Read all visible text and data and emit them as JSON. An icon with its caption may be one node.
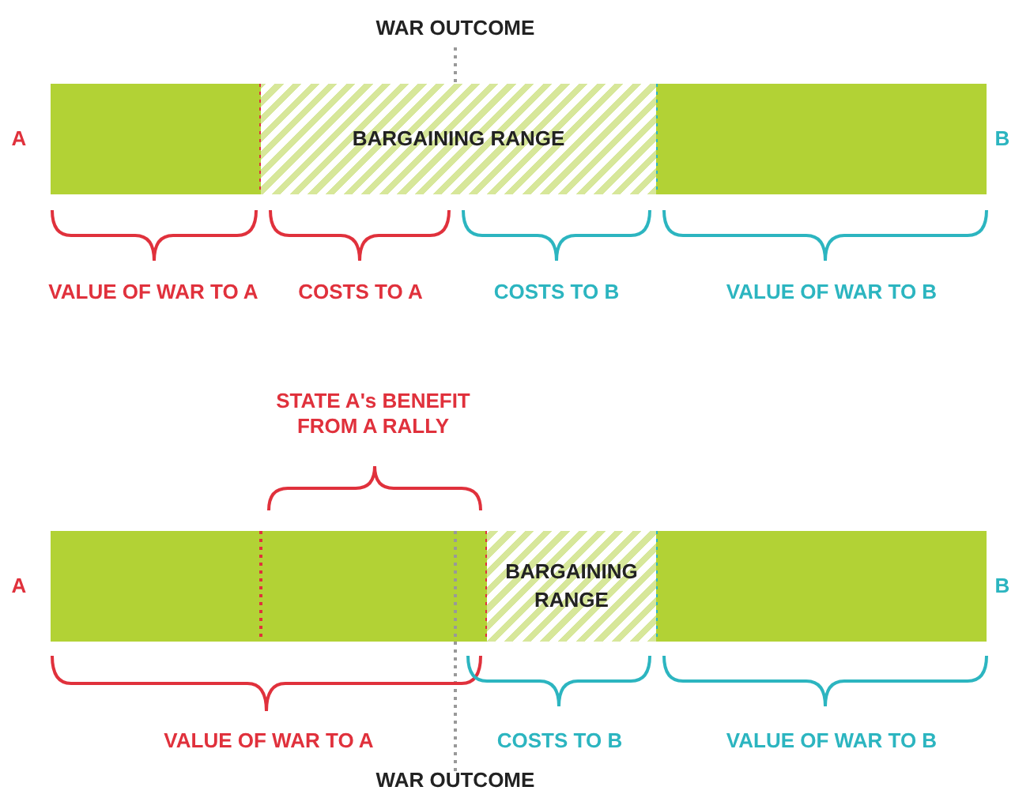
{
  "diagram": {
    "nodes": [
      {
        "text": [
          "BARGAINING RANGE"
        ]
      },
      {
        "text": [
          "BARGAINING RANGE"
        ]
      }
    ],
    "labels": [
      "WAR OUTCOME",
      "A",
      "B",
      "VALUE OF WAR TO A",
      "COSTS TO A",
      "COSTS TO B",
      "VALUE OF WAR TO B",
      "STATE A's BENEFIT FROM A RALLY",
      "A",
      "B",
      "VALUE OF WAR TO A",
      "COSTS TO B",
      "VALUE OF WAR TO B",
      "WAR OUTCOME"
    ]
  }
}
